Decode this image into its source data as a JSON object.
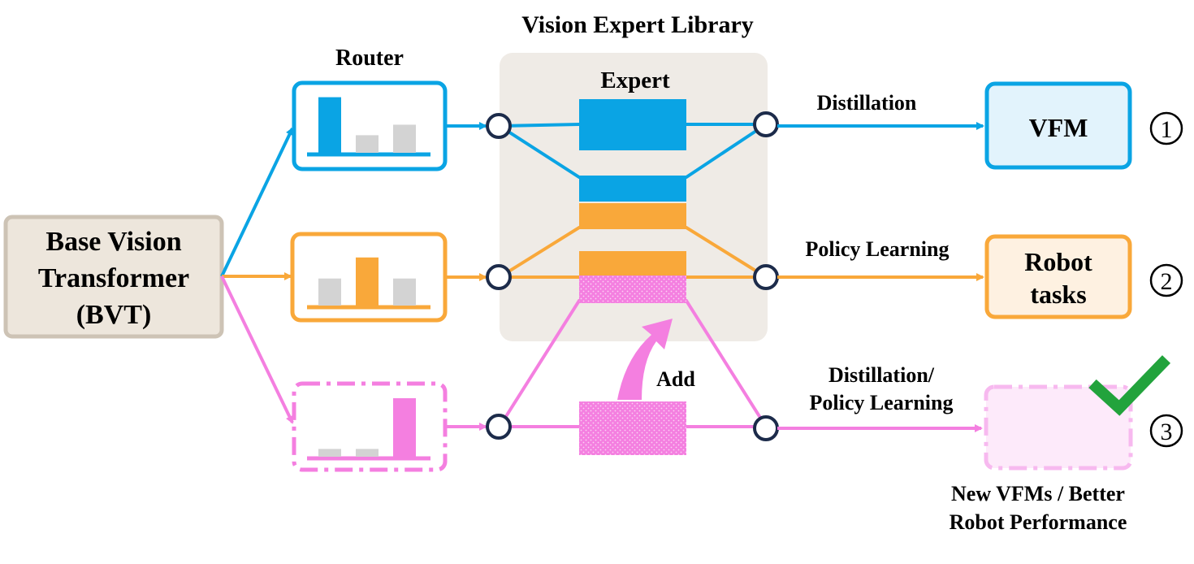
{
  "title": "Vision Expert Library",
  "router_label": "Router",
  "expert_label": "Expert",
  "bvt": {
    "line1": "Base Vision",
    "line2": "Transformer",
    "line3": "(BVT)"
  },
  "add_label": "Add",
  "paths": [
    {
      "label_line1": "Distillation",
      "label_line2": "",
      "target_line1": "VFM",
      "target_line2": "",
      "index": "1",
      "router_bars": [
        0.95,
        0.3,
        0.48
      ]
    },
    {
      "label_line1": "Policy Learning",
      "label_line2": "",
      "target_line1": "Robot",
      "target_line2": "tasks",
      "index": "2",
      "router_bars": [
        0.45,
        0.8,
        0.45
      ]
    },
    {
      "label_line1": "Distillation/",
      "label_line2": "Policy Learning",
      "target_line1": "",
      "target_line2": "",
      "index": "3",
      "router_bars": [
        0.12,
        0.12,
        0.9
      ]
    }
  ],
  "result_line1": "New VFMs / Better",
  "result_line2": "Robot Performance",
  "colors": {
    "blue": "#0aa4e4",
    "orange": "#f9a83a",
    "pink": "#f47fe0",
    "gray": "#d3d3d3",
    "bvt_fill": "#ede6dc",
    "bvt_border": "#cdc3b5",
    "library_bg": "#efebe6",
    "node": "#1c2b4a",
    "check": "#22a33c"
  },
  "icons": {
    "check": "check-icon"
  }
}
